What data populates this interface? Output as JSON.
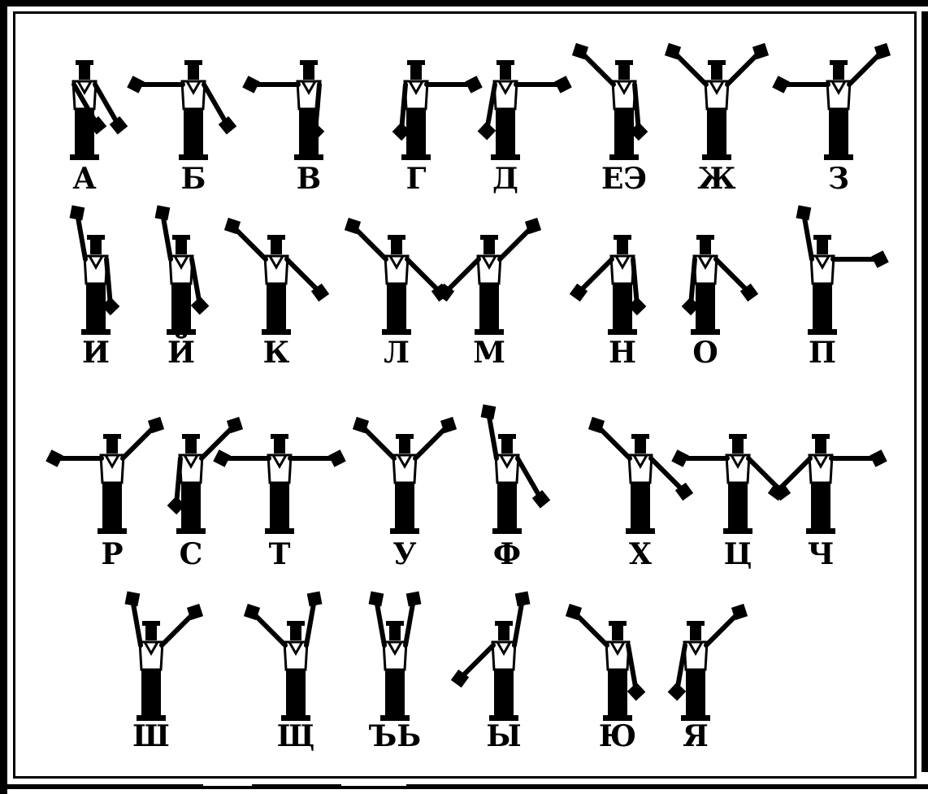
{
  "letters": [
    [
      "А",
      "Б",
      "В",
      "Г",
      "Д",
      "ЕЭ",
      "Ж",
      "З"
    ],
    [
      "И",
      "Й",
      "К",
      "Л",
      "М",
      "Н",
      "О",
      "П"
    ],
    [
      "Р",
      "С",
      "Т",
      "У",
      "Ф",
      "Х",
      "Ц",
      "Ч"
    ],
    [
      "Ш",
      "Щ",
      "ЪЬ",
      "Ы",
      "Ю",
      "Я"
    ]
  ],
  "colors": {
    "ink": "#000000",
    "paper": "#ffffff"
  }
}
